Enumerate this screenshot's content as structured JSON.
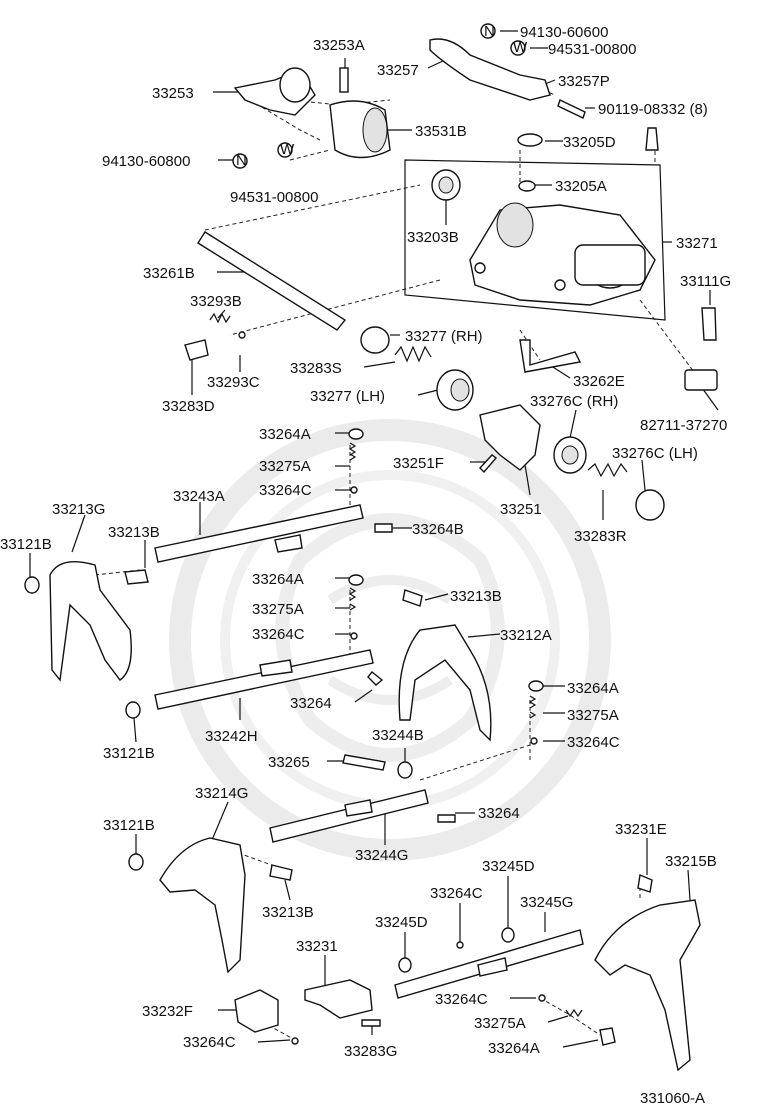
{
  "diagram": {
    "figure_code": "331060-A",
    "labels": [
      {
        "id": "33253A",
        "text": "33253A"
      },
      {
        "id": "94130-60600",
        "text": "94130-60600"
      },
      {
        "id": "94531-00800-top",
        "text": "94531-00800"
      },
      {
        "id": "33257",
        "text": "33257"
      },
      {
        "id": "33257P",
        "text": "33257P"
      },
      {
        "id": "33253",
        "text": "33253"
      },
      {
        "id": "90119-08332",
        "text": "90119-08332 (8)"
      },
      {
        "id": "33531B",
        "text": "33531B"
      },
      {
        "id": "33205D",
        "text": "33205D"
      },
      {
        "id": "94130-60800",
        "text": "94130-60800"
      },
      {
        "id": "33205A",
        "text": "33205A"
      },
      {
        "id": "94531-00800-left",
        "text": "94531-00800"
      },
      {
        "id": "33203B",
        "text": "33203B"
      },
      {
        "id": "33271",
        "text": "33271"
      },
      {
        "id": "33261B",
        "text": "33261B"
      },
      {
        "id": "33111G",
        "text": "33111G"
      },
      {
        "id": "33293B",
        "text": "33293B"
      },
      {
        "id": "33277RH",
        "text": "33277 (RH)"
      },
      {
        "id": "33283S",
        "text": "33283S"
      },
      {
        "id": "33293C",
        "text": "33293C"
      },
      {
        "id": "33262E",
        "text": "33262E"
      },
      {
        "id": "33277LH",
        "text": "33277 (LH)"
      },
      {
        "id": "33283D",
        "text": "33283D"
      },
      {
        "id": "82711-37270",
        "text": "82711-37270"
      },
      {
        "id": "33276CRH",
        "text": "33276C (RH)"
      },
      {
        "id": "33264A-1",
        "text": "33264A"
      },
      {
        "id": "33251F",
        "text": "33251F"
      },
      {
        "id": "33276CLH",
        "text": "33276C (LH)"
      },
      {
        "id": "33275A-1",
        "text": "33275A"
      },
      {
        "id": "33264C-1",
        "text": "33264C"
      },
      {
        "id": "33243A",
        "text": "33243A"
      },
      {
        "id": "33251",
        "text": "33251"
      },
      {
        "id": "33213G",
        "text": "33213G"
      },
      {
        "id": "33264B",
        "text": "33264B"
      },
      {
        "id": "33121B-1",
        "text": "33121B"
      },
      {
        "id": "33213B-1",
        "text": "33213B"
      },
      {
        "id": "33283R",
        "text": "33283R"
      },
      {
        "id": "33264A-2",
        "text": "33264A"
      },
      {
        "id": "33213B-2",
        "text": "33213B"
      },
      {
        "id": "33275A-2",
        "text": "33275A"
      },
      {
        "id": "33264C-2",
        "text": "33264C"
      },
      {
        "id": "33212A",
        "text": "33212A"
      },
      {
        "id": "33264A-3",
        "text": "33264A"
      },
      {
        "id": "33264-1",
        "text": "33264"
      },
      {
        "id": "33275A-3",
        "text": "33275A"
      },
      {
        "id": "33242H",
        "text": "33242H"
      },
      {
        "id": "33244B",
        "text": "33244B"
      },
      {
        "id": "33264C-3",
        "text": "33264C"
      },
      {
        "id": "33121B-2",
        "text": "33121B"
      },
      {
        "id": "33265",
        "text": "33265"
      },
      {
        "id": "33214G",
        "text": "33214G"
      },
      {
        "id": "33264-2",
        "text": "33264"
      },
      {
        "id": "33121B-3",
        "text": "33121B"
      },
      {
        "id": "33244G",
        "text": "33244G"
      },
      {
        "id": "33231E",
        "text": "33231E"
      },
      {
        "id": "33245D-1",
        "text": "33245D"
      },
      {
        "id": "33215B",
        "text": "33215B"
      },
      {
        "id": "33264C-4",
        "text": "33264C"
      },
      {
        "id": "33245G",
        "text": "33245G"
      },
      {
        "id": "33213B-3",
        "text": "33213B"
      },
      {
        "id": "33245D-2",
        "text": "33245D"
      },
      {
        "id": "33231",
        "text": "33231"
      },
      {
        "id": "33232F",
        "text": "33232F"
      },
      {
        "id": "33264C-5",
        "text": "33264C"
      },
      {
        "id": "33275A-4",
        "text": "33275A"
      },
      {
        "id": "33264C-6",
        "text": "33264C"
      },
      {
        "id": "33264A-4",
        "text": "33264A"
      },
      {
        "id": "33283G",
        "text": "33283G"
      }
    ],
    "symbol_n": "N",
    "symbol_w": "W",
    "colors": {
      "ink": "#111111",
      "watermark": "#dcdcdc",
      "background": "#ffffff"
    }
  }
}
